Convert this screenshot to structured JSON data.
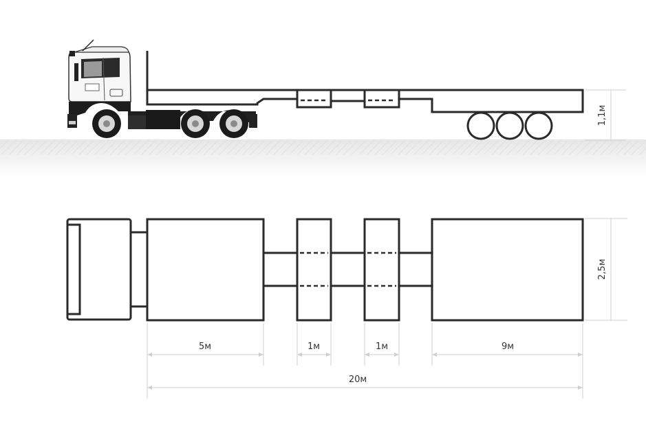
{
  "dimensions": {
    "height_side": "1,1м",
    "width_top": "2,5м",
    "seg_1": "5м",
    "seg_2": "1м",
    "seg_3": "1м",
    "seg_4": "9м",
    "total": "20м"
  },
  "colors": {
    "outline": "#2a2a2a",
    "dim_line": "#cfcfcf",
    "ground": "#ececec"
  }
}
